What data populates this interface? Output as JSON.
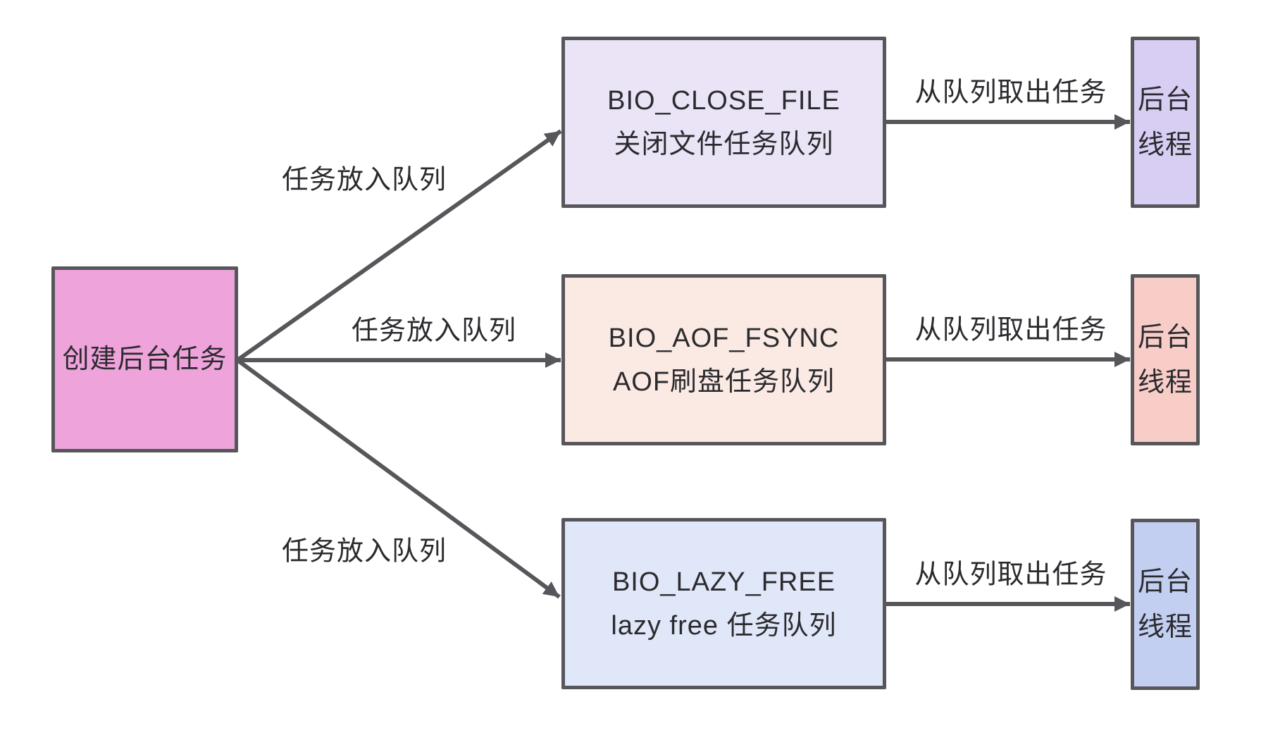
{
  "diagram": {
    "background": "#ffffff",
    "border_color": "#57575b",
    "arrow_color": "#57575b",
    "text_color": "#2b2b2f"
  },
  "source": {
    "label": "创建后台任务",
    "fill": "#efa3db"
  },
  "edge_labels": {
    "enqueue": "任务放入队列",
    "dequeue": "从队列取出任务"
  },
  "thread": {
    "line1": "后台",
    "line2": "线程"
  },
  "queues": [
    {
      "title": "BIO_CLOSE_FILE",
      "subtitle": "关闭文件任务队列",
      "fill": "#eae4f6",
      "thread_fill": "#d8cdf2"
    },
    {
      "title": "BIO_AOF_FSYNC",
      "subtitle": "AOF刷盘任务队列",
      "fill": "#faeae3",
      "thread_fill": "#f8cdc8"
    },
    {
      "title": "BIO_LAZY_FREE",
      "subtitle": "lazy free 任务队列",
      "fill": "#e0e7f8",
      "thread_fill": "#c3cff1"
    }
  ]
}
